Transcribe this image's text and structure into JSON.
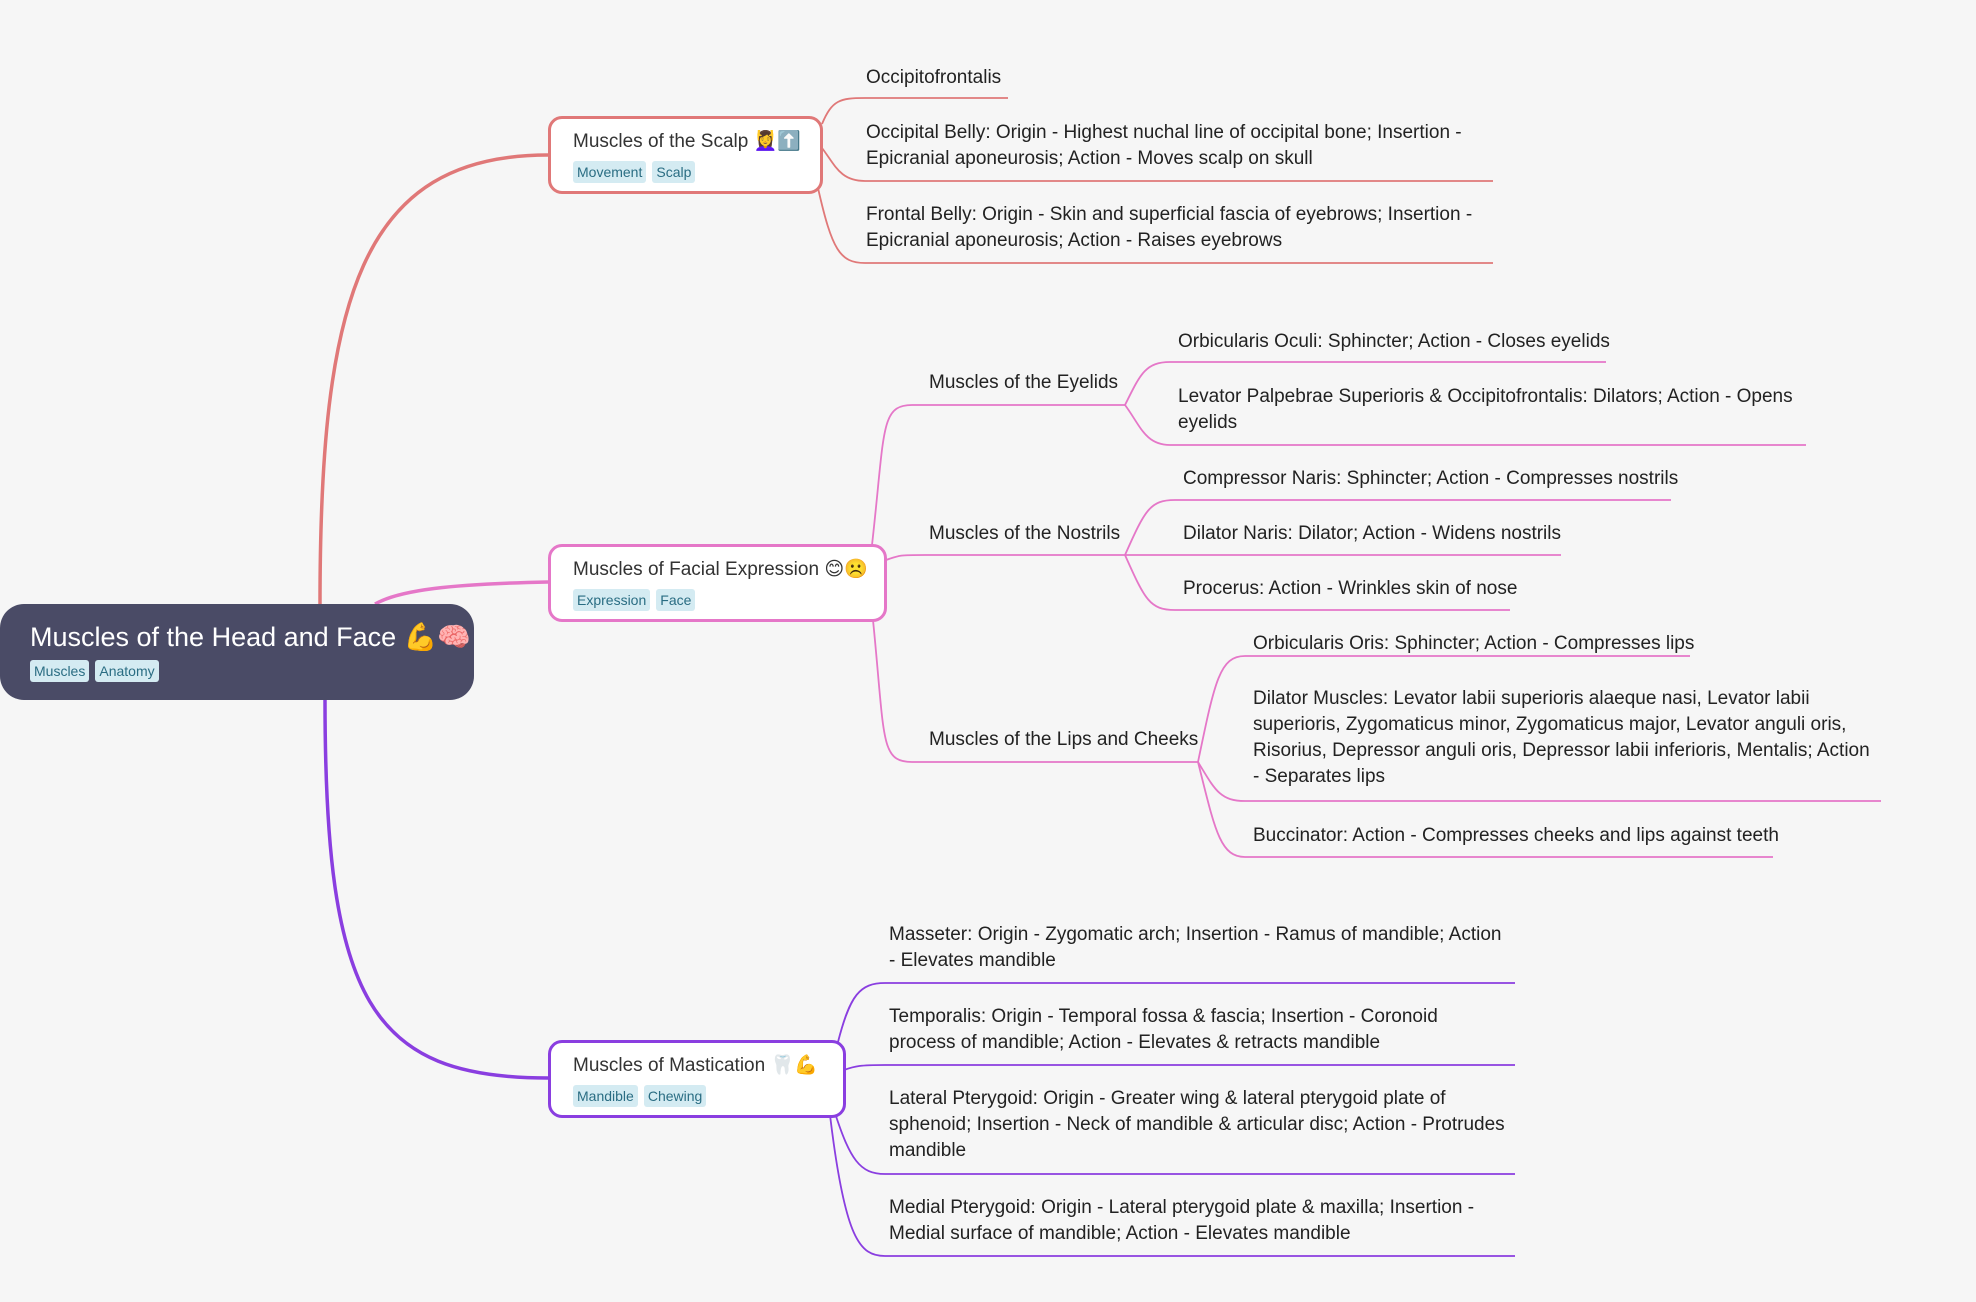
{
  "root": {
    "title": "Muscles of the Head and Face 💪🧠",
    "tags": [
      "Muscles",
      "Anatomy"
    ]
  },
  "branches": [
    {
      "title": "Muscles of the Scalp 💆‍♀️⬆️",
      "tags": [
        "Movement",
        "Scalp"
      ],
      "color": "#e07878",
      "children": [
        {
          "text": "Occipitofrontalis"
        },
        {
          "text": "Occipital Belly: Origin - Highest nuchal line of occipital bone; Insertion - Epicranial aponeurosis; Action - Moves scalp on skull"
        },
        {
          "text": "Frontal Belly: Origin - Skin and superficial fascia of eyebrows; Insertion - Epicranial aponeurosis; Action - Raises eyebrows"
        }
      ]
    },
    {
      "title": "Muscles of Facial Expression 😊☹️",
      "tags": [
        "Expression",
        "Face"
      ],
      "color": "#e577c8",
      "children": [
        {
          "text": "Muscles of the Eyelids",
          "children": [
            {
              "text": "Orbicularis Oculi: Sphincter; Action - Closes eyelids"
            },
            {
              "text": "Levator Palpebrae Superioris & Occipitofrontalis: Dilators; Action - Opens eyelids"
            }
          ]
        },
        {
          "text": "Muscles of the Nostrils",
          "children": [
            {
              "text": "Compressor Naris: Sphincter; Action - Compresses nostrils"
            },
            {
              "text": "Dilator Naris: Dilator; Action - Widens nostrils"
            },
            {
              "text": "Procerus: Action - Wrinkles skin of nose"
            }
          ]
        },
        {
          "text": "Muscles of the Lips and Cheeks",
          "children": [
            {
              "text": "Orbicularis Oris: Sphincter; Action - Compresses lips"
            },
            {
              "text": "Dilator Muscles: Levator labii superioris alaeque nasi, Levator labii superioris, Zygomaticus minor, Zygomaticus major, Levator anguli oris, Risorius, Depressor anguli oris, Depressor labii inferioris, Mentalis; Action - Separates lips"
            },
            {
              "text": "Buccinator: Action - Compresses cheeks and lips against teeth"
            }
          ]
        }
      ]
    },
    {
      "title": "Muscles of Mastication 🦷💪",
      "tags": [
        "Mandible",
        "Chewing"
      ],
      "color": "#8a3ee0",
      "children": [
        {
          "text": "Masseter: Origin - Zygomatic arch; Insertion - Ramus of mandible; Action - Elevates mandible"
        },
        {
          "text": "Temporalis: Origin - Temporal fossa & fascia; Insertion - Coronoid process of mandible; Action - Elevates & retracts mandible"
        },
        {
          "text": "Lateral Pterygoid: Origin - Greater wing & lateral pterygoid plate of sphenoid; Insertion - Neck of mandible & articular disc; Action - Protrudes mandible"
        },
        {
          "text": "Medial Pterygoid: Origin - Lateral pterygoid plate & maxilla; Insertion - Medial surface of mandible; Action - Elevates mandible"
        }
      ]
    }
  ]
}
